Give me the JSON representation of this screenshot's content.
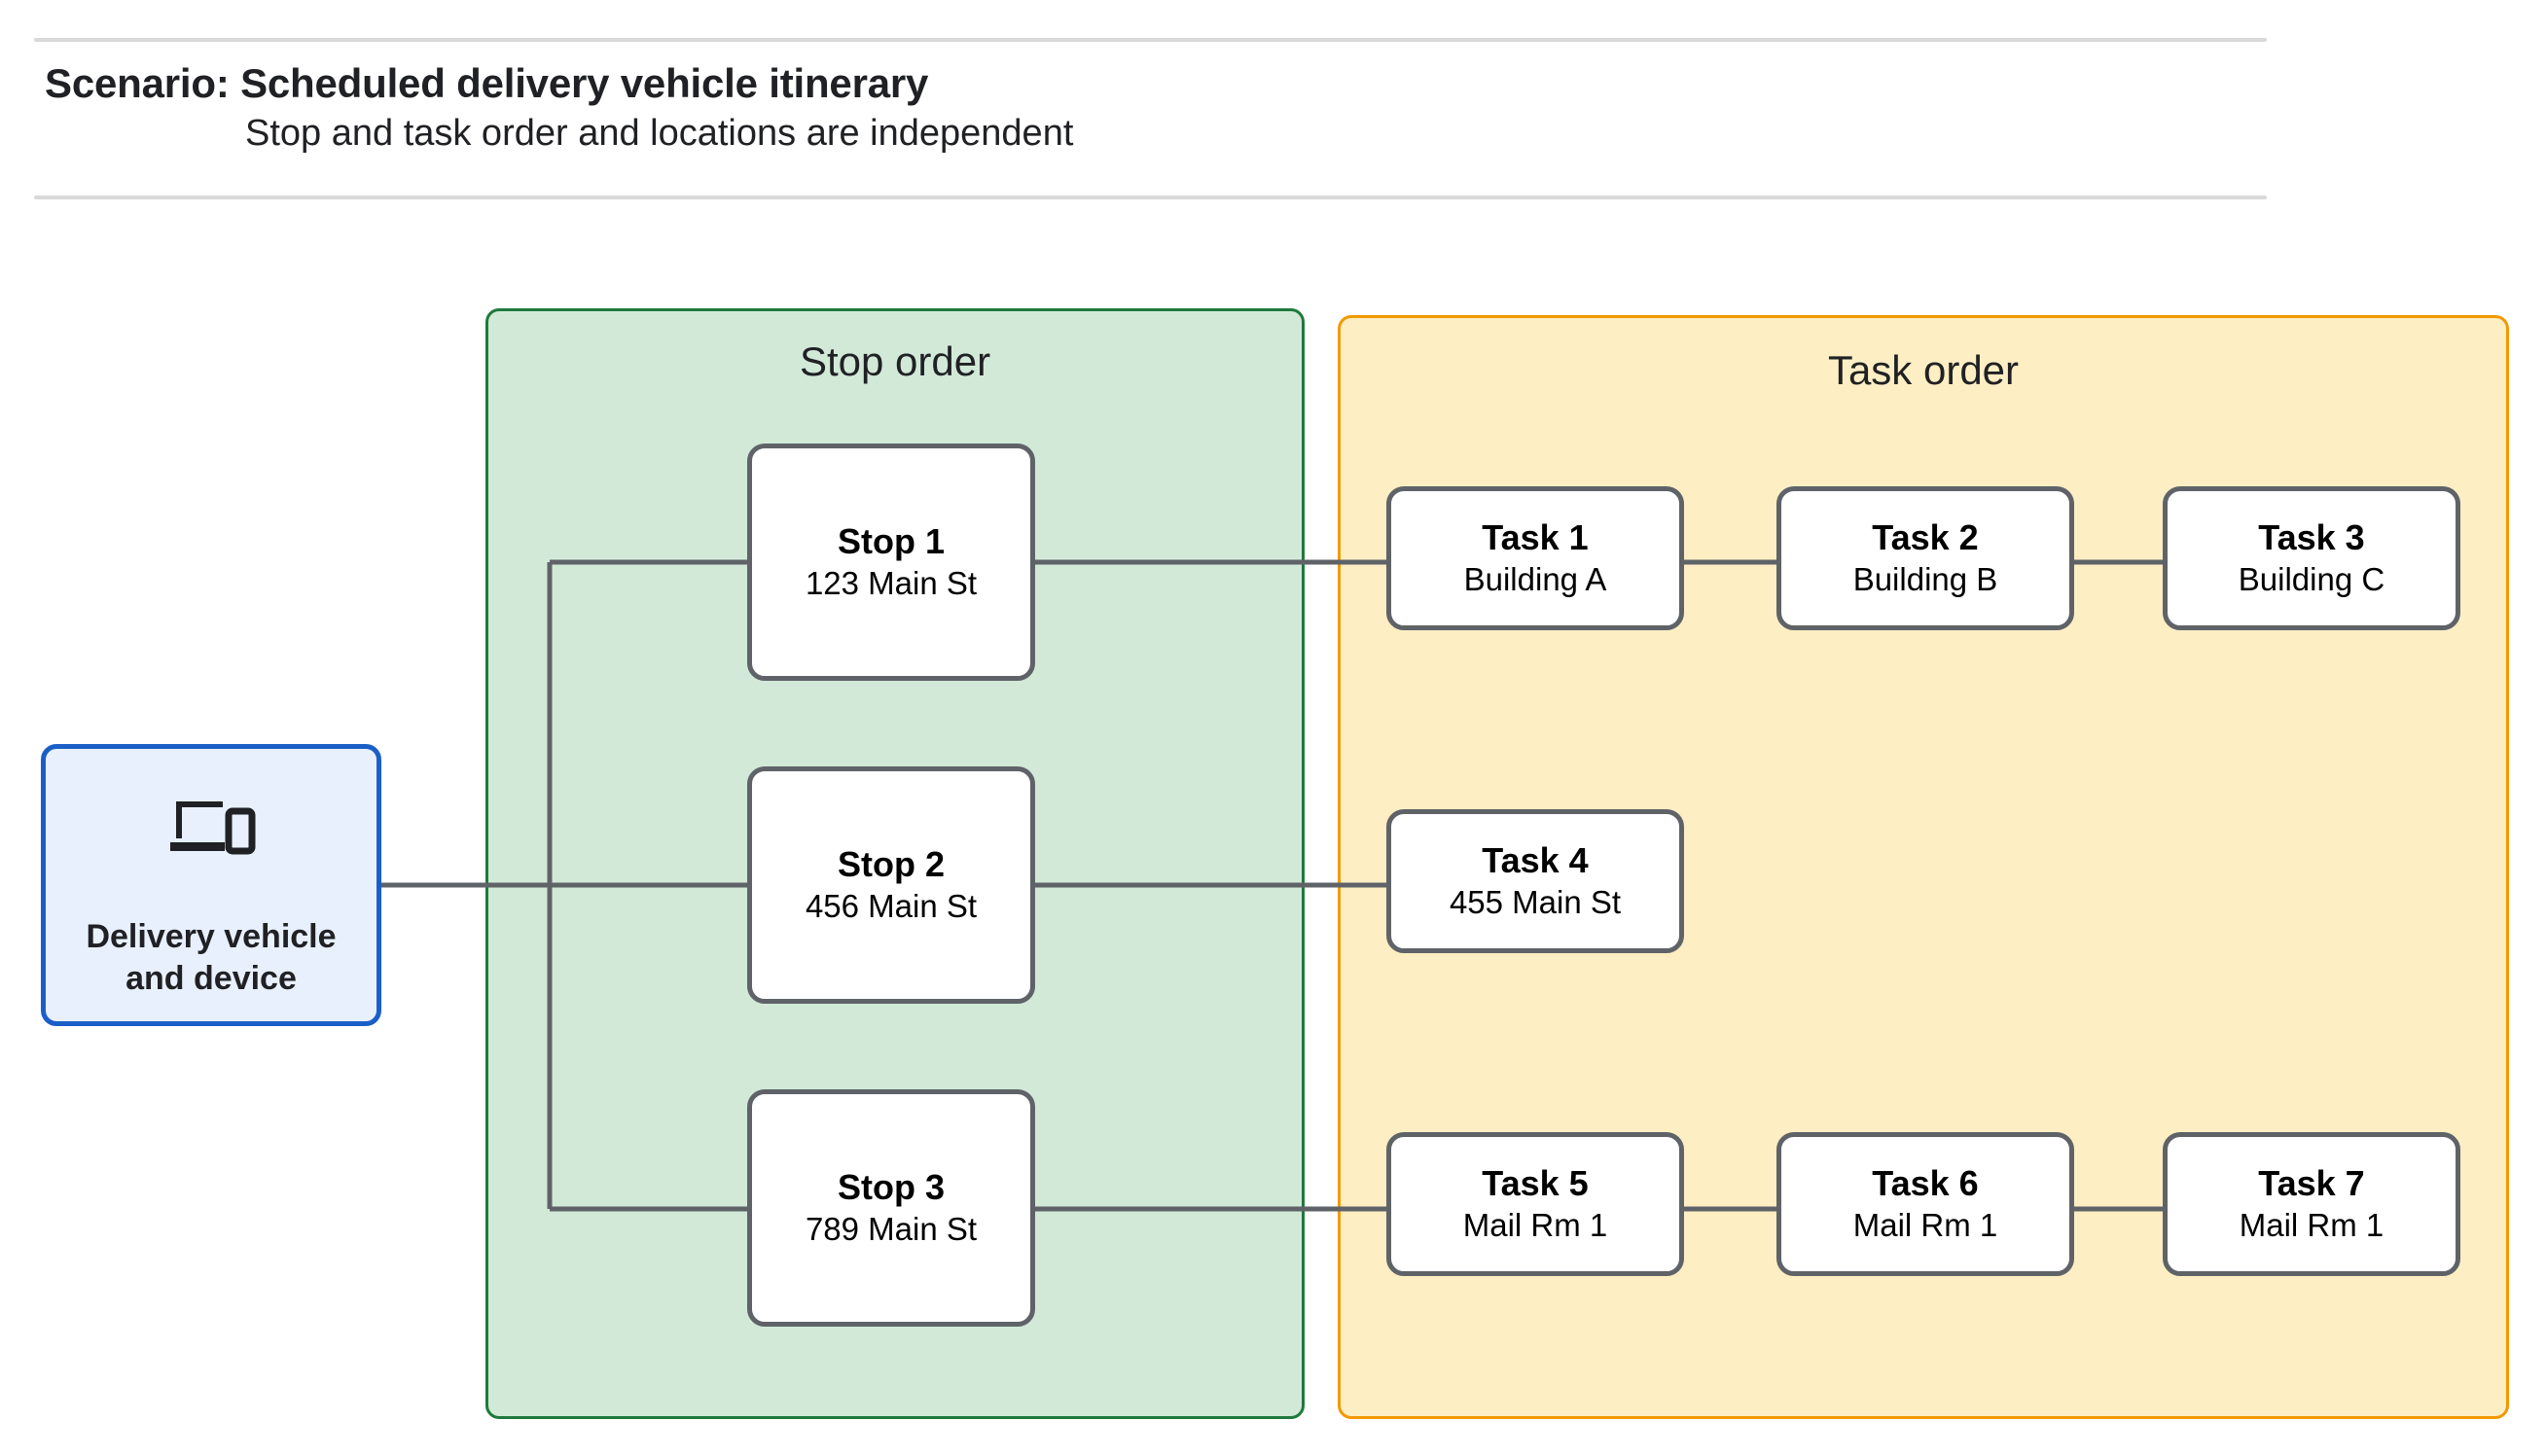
{
  "header": {
    "title": "Scenario: Scheduled delivery vehicle itinerary",
    "subtitle": "Stop and task order and locations are independent"
  },
  "device": {
    "label": "Delivery vehicle\nand device",
    "icon": "devices-icon",
    "border_color": "#1a5fc8",
    "fill_color": "#e8f0fe"
  },
  "stop_panel": {
    "title": "Stop order",
    "fill_color": "#d2e9d8",
    "border_color": "#1e7a3c",
    "stops": [
      {
        "title": "Stop 1",
        "address": "123 Main St"
      },
      {
        "title": "Stop 2",
        "address": "456 Main St"
      },
      {
        "title": "Stop 3",
        "address": "789 Main St"
      }
    ]
  },
  "task_panel": {
    "title": "Task order",
    "fill_color": "#fdeec3",
    "border_color": "#f29900",
    "rows": [
      {
        "tasks": [
          {
            "title": "Task 1",
            "location": "Building A"
          },
          {
            "title": "Task 2",
            "location": "Building B"
          },
          {
            "title": "Task 3",
            "location": "Building C"
          }
        ]
      },
      {
        "tasks": [
          {
            "title": "Task 4",
            "location": "455 Main St"
          }
        ]
      },
      {
        "tasks": [
          {
            "title": "Task 5",
            "location": "Mail Rm 1"
          },
          {
            "title": "Task 6",
            "location": "Mail Rm 1"
          },
          {
            "title": "Task 7",
            "location": "Mail Rm 1"
          }
        ]
      }
    ]
  },
  "connector": {
    "color": "#5f6368",
    "width": 5
  }
}
